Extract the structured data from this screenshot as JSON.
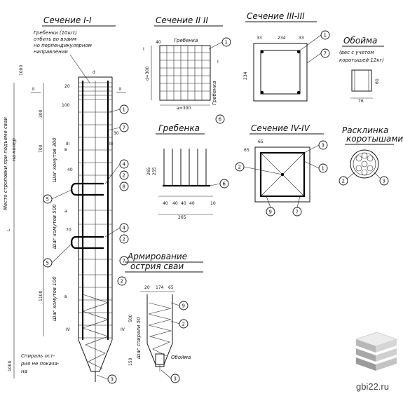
{
  "titles": {
    "sec1": "Сечение I-I",
    "sec2": "Сечение II II",
    "sec3": "Сечение III-III",
    "obojma": "Обойма",
    "obojma_note1": "(вес с учетом",
    "obojma_note2": "коротышей 12кг)",
    "grebenka": "Гребенка",
    "sec4": "Сечение IV-IV",
    "rasklinka1": "Расклинка",
    "rasklinka2": "коротышами",
    "arm1": "Армирование",
    "arm2": "острия сваи"
  },
  "notes": {
    "grebenki1": "Гребенки (10шт)",
    "grebenki2": "отбить во взаим-",
    "grebenki3": "но перпендикулярном",
    "grebenki4": "направлении",
    "strop1": "Место строповки при подъеме сваи",
    "strop2": "на копер",
    "spiral1": "Спираль ост-",
    "spiral2": "рия не показа-",
    "spiral3": "на",
    "shag1": "Шаг хомутов 300",
    "shag2": "Шаг хомутов 500",
    "shag3": "Шаг хомутов 100",
    "shag4": "Шаг спирали 50",
    "grebenka_label": "Гребенка",
    "obojma_label": "Обойма"
  },
  "dims": {
    "d1000": "1000",
    "d300": "300",
    "d700": "700",
    "d1100": "1100",
    "d1000b": "1000",
    "L": "L",
    "a": "a",
    "v": "в",
    "d": "d",
    "dim30": "30",
    "dim20": "20",
    "dim100": "100",
    "dim40": "40",
    "dim70": "70",
    "d300b": "d=300",
    "a300": "a=300",
    "dim33": "33",
    "dim234": "234",
    "dim60": "60",
    "dim76": "76",
    "dim265": "265",
    "dim255": "255",
    "dim10": "10",
    "dim65": "65",
    "dim500": "500",
    "dim174": "174",
    "dim150": "150"
  },
  "callouts": [
    "1",
    "2",
    "3",
    "4",
    "5",
    "6",
    "7",
    "8",
    "9"
  ],
  "roman": {
    "I": "I",
    "II": "II",
    "III": "III",
    "IV": "IV"
  },
  "watermark": "gbi22.ru",
  "colors": {
    "ink": "#111111",
    "paper": "#ffffff",
    "logo_light": "#e6e6e6",
    "logo_dark": "#9a9a9a"
  }
}
